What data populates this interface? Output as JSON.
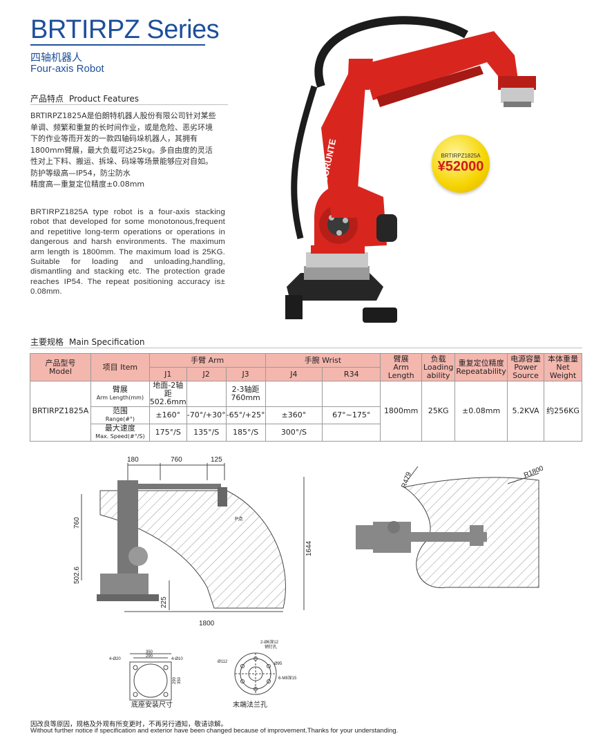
{
  "header": {
    "series_title": "BRTIRPZ Series",
    "subtitle_cn": "四轴机器人",
    "subtitle_en": "Four-axis Robot"
  },
  "features": {
    "heading_cn": "产品特点",
    "heading_en": "Product Features",
    "paragraph_cn": [
      "BRTIRPZ1825A是伯朗特机器人股份有限公司针对某些",
      "单调、频繁和重复的长时间作业，或是危险、恶劣环境",
      "下的作业等而开发的一款四轴码垛机器人，其拥有",
      "1800mm臂展，最大负载可达25kg。多自由度的灵活",
      "性对上下料、搬运、拆垛、码垛等场景能够应对自如。",
      "防护等级高—IP54，防尘防水",
      "精度高—重复定位精度±0.08mm"
    ],
    "paragraph_en": "BRTIRPZ1825A type robot is a four-axis stacking robot that developed for some monotonous,frequent and repetitive long-term operations or operations in dangerous and harsh environments. The maximum arm length is 1800mm. The maximum load is 25KG. Suitable for loading and unloading,handling, dismantling and stacking etc. The protection grade reaches IP54. The repeat positioning accuracy is± 0.08mm."
  },
  "price_tag": {
    "model": "BRTIRPZ1825A",
    "price": "¥52000"
  },
  "robot_image": {
    "brand_text": "BORUNTE",
    "colors": {
      "body": "#d8261f",
      "dark": "#262626",
      "metal": "#c9c9c9"
    }
  },
  "spec": {
    "heading_cn": "主要规格",
    "heading_en": "Main Specification",
    "header": {
      "model_cn": "产品型号",
      "model_en": "Model",
      "item": "项目 Item",
      "arm": "手臂 Arm",
      "wrist": "手腕 Wrist",
      "j1": "J1",
      "j2": "J2",
      "j3": "J3",
      "j4": "J4",
      "r34": "R34",
      "armlen_cn": "臂展",
      "armlen_en1": "Arm",
      "armlen_en2": "Length",
      "load_cn": "负载",
      "load_en1": "Loading",
      "load_en2": "ability",
      "rep_cn": "重复定位精度",
      "rep_en": "Repeatability",
      "power_cn": "电源容量",
      "power_en1": "Power",
      "power_en2": "Source",
      "weight_cn": "本体重量",
      "weight_en": "Net Weight"
    },
    "model": "BRTIRPZ1825A",
    "rows": {
      "armlen_label_cn": "臂展",
      "armlen_label_en": "Arm Length(mm)",
      "j1_armlen_1": "地面-2轴距",
      "j1_armlen_2": "502.6mm",
      "j3_armlen_1": "2-3轴距",
      "j3_armlen_2": "760mm",
      "range_label_cn": "范围",
      "range_label_en": "Range(#°)",
      "j1_range": "±160°",
      "j2_range": "-70°/+30°",
      "j3_range": "-65°/+25°",
      "j4_range": "±360°",
      "r34_range": "67°~175°",
      "speed_label_cn": "最大速度",
      "speed_label_en": "Max. Speed(#°/S)",
      "j1_speed": "175°/S",
      "j2_speed": "135°/S",
      "j3_speed": "185°/S",
      "j4_speed": "300°/S",
      "armlen_value": "1800mm",
      "load_value": "25KG",
      "rep_value": "±0.08mm",
      "power_value": "5.2KVA",
      "weight_value": "约256KG"
    }
  },
  "drawings": {
    "side_dims": {
      "top1": "180",
      "top2": "760",
      "top3": "125",
      "left1": "760",
      "left2": "502.6",
      "right": "1644",
      "bottom": "1800",
      "inner": "225",
      "p_label": "P点"
    },
    "top_dims": {
      "r1": "R479",
      "r2": "R1800"
    },
    "base": {
      "caption": "底座安装尺寸",
      "d1": "4-Ø20",
      "d2": "4-Ø10",
      "w1": "350",
      "w2": "290",
      "h1": "290",
      "h2": "350"
    },
    "flange": {
      "caption": "末端法兰孔",
      "d1": "Ø112",
      "d2": "Ø95",
      "pin": "2-Ø6深12",
      "pin2": "销钉孔",
      "bolt": "6-M8深15"
    }
  },
  "footer": {
    "notice_cn": "因改良等原因，规格及外观有所变更时，不再另行通知，敬请谅解。",
    "notice_en": "Without further notice if specification and exterior have been changed because of improvement.Thanks for your understanding."
  }
}
